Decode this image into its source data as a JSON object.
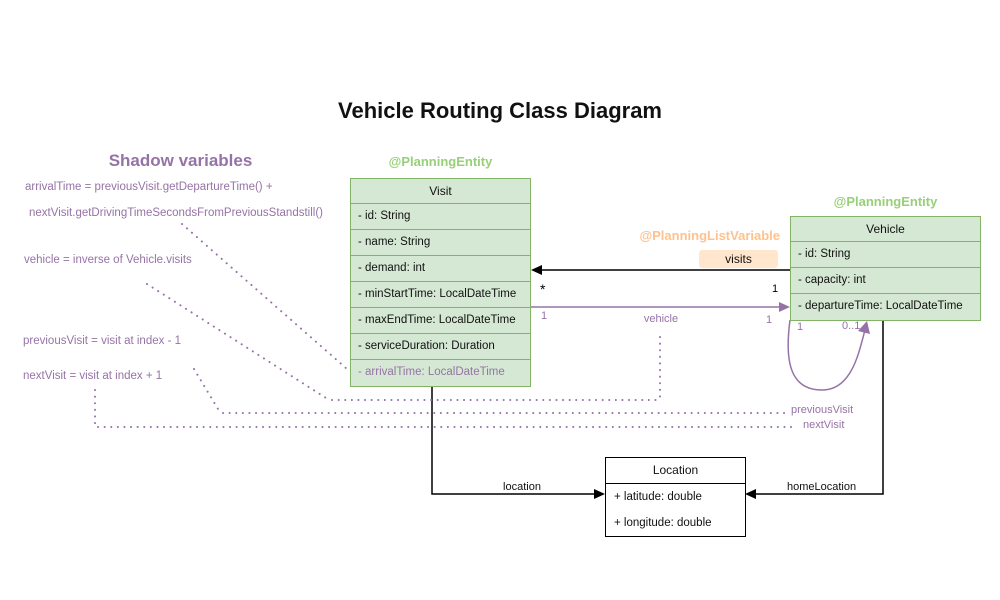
{
  "title": "Vehicle Routing Class Diagram",
  "shadow_panel": {
    "title": "Shadow variables",
    "formulas": [
      "arrivalTime = previousVisit.getDepartureTime() +",
      "nextVisit.getDrivingTimeSecondsFromPreviousStandstill()",
      "vehicle = inverse of Vehicle.visits",
      "previousVisit = visit at index - 1",
      "nextVisit = visit at index + 1"
    ]
  },
  "classes": {
    "visit": {
      "annotation": "@PlanningEntity",
      "name": "Visit",
      "attributes": [
        "- id: String",
        "- name: String",
        "- demand: int",
        "- minStartTime: LocalDateTime",
        "- maxEndTime: LocalDateTime",
        "- serviceDuration: Duration"
      ],
      "shadow_attribute": "- arrivalTime: LocalDateTime"
    },
    "vehicle": {
      "annotation": "@PlanningEntity",
      "name": "Vehicle",
      "attributes": [
        "- id: String",
        "- capacity: int",
        "- departureTime: LocalDateTime"
      ]
    },
    "location": {
      "name": "Location",
      "attributes": [
        "+ latitude: double",
        "+ longitude: double"
      ]
    }
  },
  "edges": {
    "visits": {
      "annotation": "@PlanningListVariable",
      "label": "visits",
      "visit_end_multiplicity": "*",
      "vehicle_end_multiplicity": "1"
    },
    "vehicle": {
      "label": "vehicle",
      "visit_end_multiplicity": "1",
      "vehicle_end_multiplicity": "1"
    },
    "chain": {
      "previous_label": "previousVisit",
      "next_label": "nextVisit",
      "left_multiplicity": "1",
      "right_multiplicity": "0..1"
    },
    "location": {
      "label": "location"
    },
    "home_location": {
      "label": "homeLocation"
    }
  },
  "colors": {
    "entity_fill": "#d5e8d4",
    "entity_stroke": "#82b366",
    "entity_annotation_text": "#97d077",
    "shadow_purple": "#9673a6",
    "list_variable_text": "#ffc28e",
    "list_variable_fill": "#ffe6cc"
  }
}
